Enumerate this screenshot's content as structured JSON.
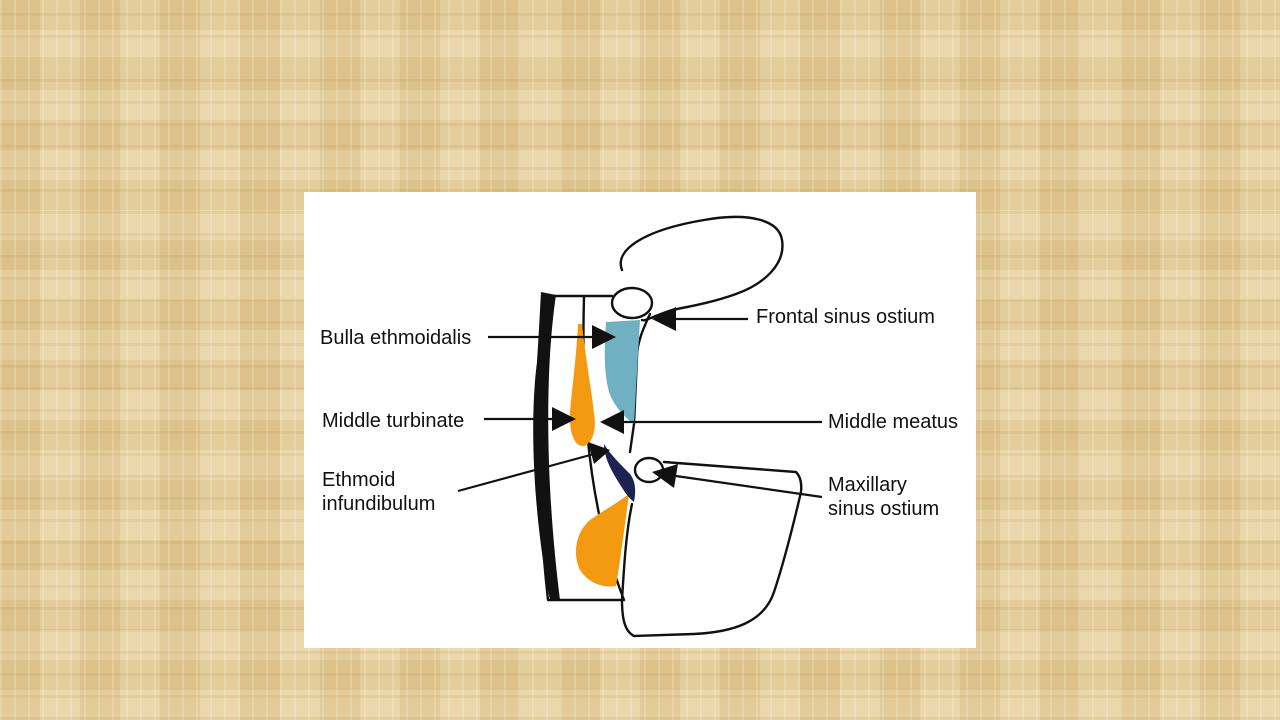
{
  "labels": {
    "bulla_ethmoidalis": "Bulla ethmoidalis",
    "middle_turbinate": "Middle turbinate",
    "ethmoid_line1": "Ethmoid",
    "ethmoid_line2": "infundibulum",
    "frontal_sinus_ostium": "Frontal sinus ostium",
    "middle_meatus": "Middle meatus",
    "maxillary_line1": "Maxillary",
    "maxillary_line2": "sinus ostium"
  },
  "colors": {
    "turbinate_orange": "#f39a12",
    "bulla_blue": "#6fb0c2",
    "infundibulum_navy": "#1d2350",
    "outline": "#111111",
    "panel": "#ffffff"
  }
}
